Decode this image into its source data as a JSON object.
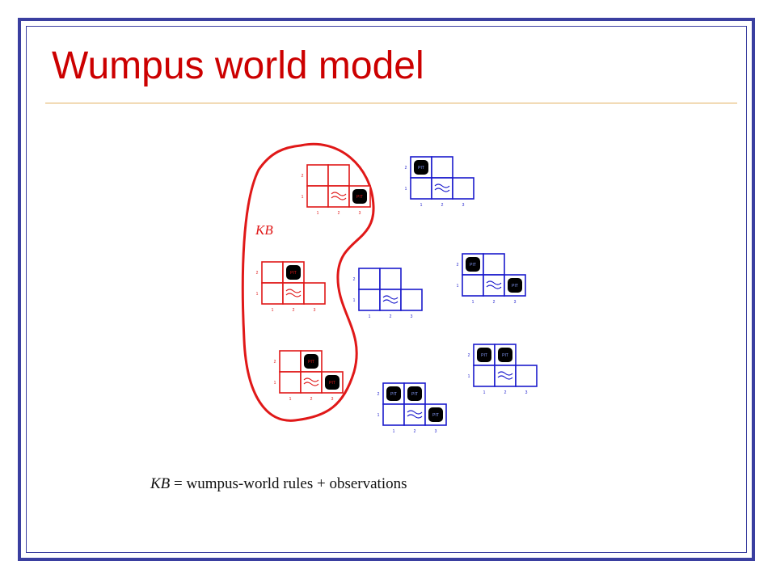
{
  "slide": {
    "title": "Wumpus world model",
    "colors": {
      "title": "#cc0000",
      "frame": "#3a3fa0",
      "rule": "#e3b060",
      "kb": "#e01818",
      "model": "#1a1acc"
    }
  },
  "diagram": {
    "kb_label": "KB",
    "cell_labels": {
      "pit": "PIT",
      "breeze": "Breeze"
    },
    "axis_labels": {
      "col1": "1",
      "col2": "2",
      "col3": "3",
      "row1": "1",
      "row2": "2"
    },
    "models": [
      {
        "name": "model-kb-a",
        "in_kb": true,
        "pits": [
          "3,1"
        ]
      },
      {
        "name": "model-kb-b",
        "in_kb": true,
        "pits": [
          "2,2"
        ]
      },
      {
        "name": "model-kb-c",
        "in_kb": true,
        "pits": [
          "2,2",
          "3,1"
        ]
      },
      {
        "name": "model-d",
        "in_kb": false,
        "pits": [
          "1,2"
        ]
      },
      {
        "name": "model-e",
        "in_kb": false,
        "pits": []
      },
      {
        "name": "model-f",
        "in_kb": false,
        "pits": [
          "1,2",
          "3,1"
        ]
      },
      {
        "name": "model-g",
        "in_kb": false,
        "pits": [
          "1,2",
          "2,2"
        ]
      },
      {
        "name": "model-h",
        "in_kb": false,
        "pits": [
          "1,2",
          "2,2",
          "3,1"
        ]
      }
    ]
  },
  "caption": {
    "kb": "KB",
    "equals": " = ",
    "text": "wumpus-world rules + observations"
  }
}
